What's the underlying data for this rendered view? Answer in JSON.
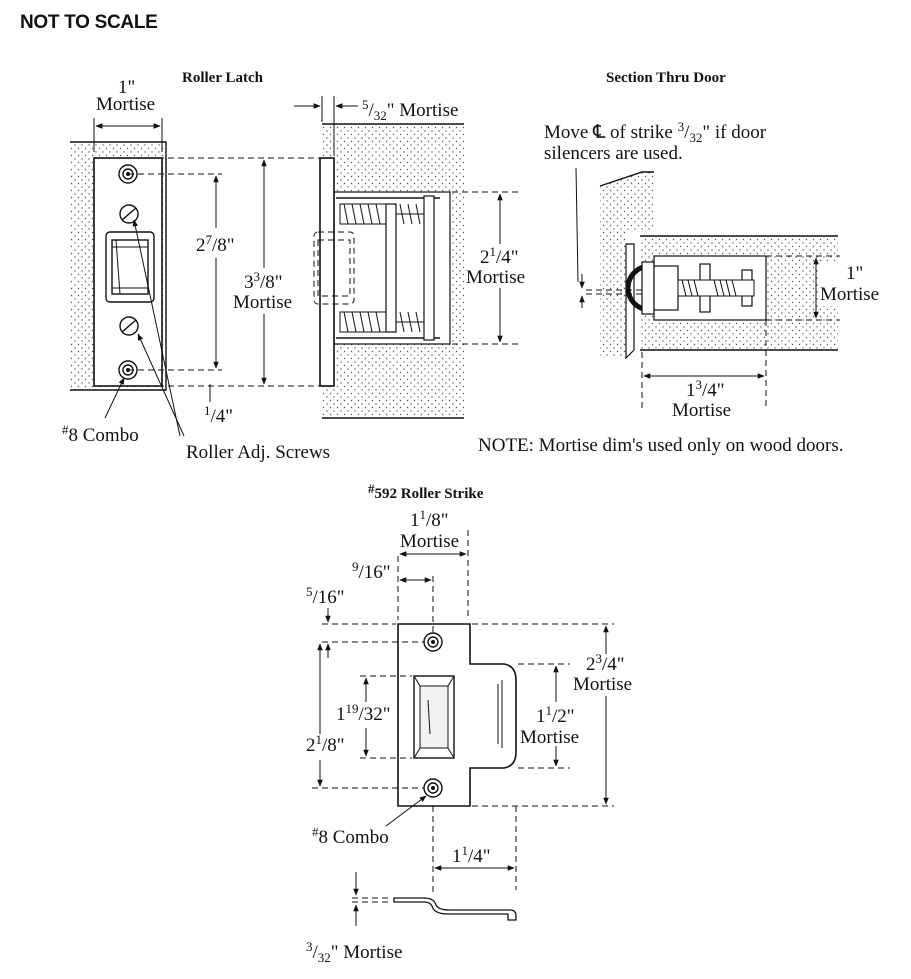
{
  "header": {
    "not_to_scale": "NOT TO SCALE"
  },
  "roller_latch": {
    "title": "Roller Latch",
    "mortise_1": {
      "whole": "1\"",
      "label": "Mortise"
    },
    "mortise_532": {
      "num": "5",
      "den": "32",
      "tail": "\" Mortise"
    },
    "dim_278": {
      "whole": "2",
      "num": "7",
      "den": "8\""
    },
    "dim_338": {
      "whole": "3",
      "num": "3",
      "den": "8\"",
      "label": "Mortise"
    },
    "dim_214": {
      "whole": "2",
      "num": "1",
      "den": "4\"",
      "label": "Mortise"
    },
    "dim_14": {
      "num": "1",
      "den": "4\""
    },
    "combo": {
      "prefix": "#",
      "text": "8 Combo"
    },
    "screws": "Roller Adj. Screws"
  },
  "section": {
    "title": "Section Thru Door",
    "note_line1_a": "Move ",
    "note_line1_cl": "℄",
    "note_line1_b": " of strike ",
    "note_frac_num": "3",
    "note_frac_den": "32",
    "note_line1_c": "\" if door",
    "note_line2": "silencers are used.",
    "dim_1": {
      "whole": "1\"",
      "label": "Mortise"
    },
    "dim_134": {
      "whole": "1",
      "num": "3",
      "den": "4\"",
      "label": "Mortise"
    },
    "note": "NOTE:  Mortise dim's used only on wood doors."
  },
  "strike": {
    "title_prefix": "#",
    "title": "592 Roller Strike",
    "dim_118": {
      "whole": "1",
      "num": "1",
      "den": "8\"",
      "label": "Mortise"
    },
    "dim_916": {
      "num": "9",
      "den": "16\""
    },
    "dim_516": {
      "num": "5",
      "den": "16\""
    },
    "dim_234": {
      "whole": "2",
      "num": "3",
      "den": "4\"",
      "label": "Mortise"
    },
    "dim_11932": {
      "whole": "1",
      "num": "19",
      "den": "32\""
    },
    "dim_112": {
      "whole": "1",
      "num": "1",
      "den": "2\"",
      "label": "Mortise"
    },
    "dim_218": {
      "whole": "2",
      "num": "1",
      "den": "8\""
    },
    "combo": {
      "prefix": "#",
      "text": "8 Combo"
    },
    "dim_114": {
      "whole": "1",
      "num": "1",
      "den": "4\""
    },
    "dim_332": {
      "num": "3",
      "den": "32",
      "tail": "\" Mortise"
    }
  }
}
